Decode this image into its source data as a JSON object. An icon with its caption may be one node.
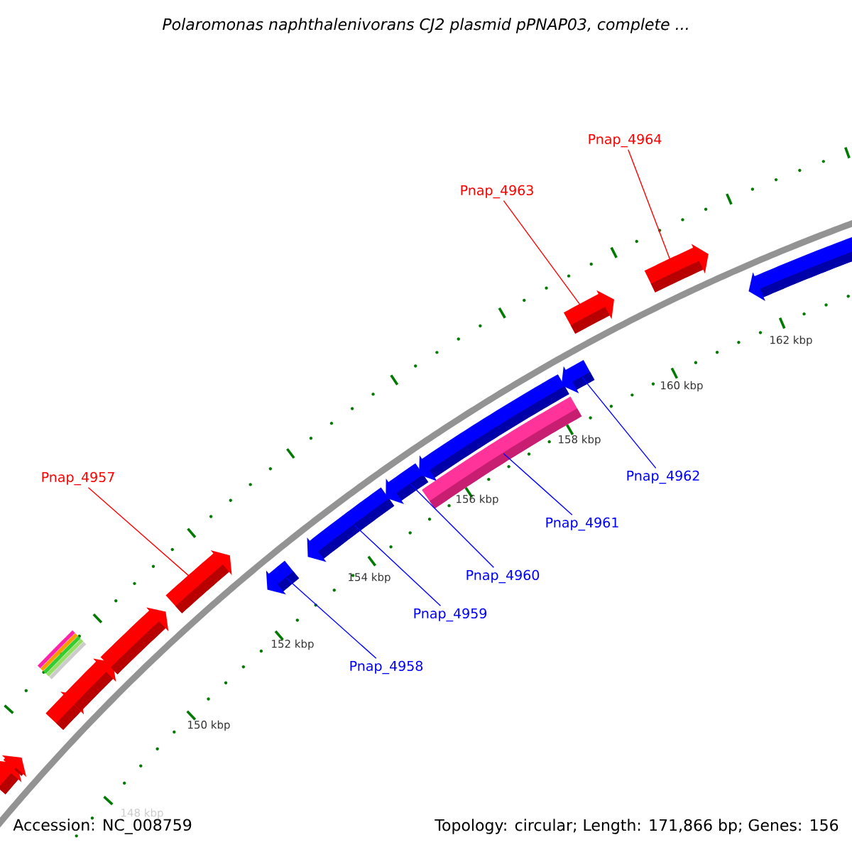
{
  "diagram": {
    "title": "Polaromonas naphthalenivorans CJ2 plasmid pPNAP03, complete ...",
    "nodes": [
      {
        "text": [
          "Pnap_4964"
        ]
      },
      {
        "text": [
          "Pnap_4963"
        ]
      },
      {
        "text": [
          "Pnap_4962"
        ]
      },
      {
        "text": [
          "Pnap_4957"
        ]
      },
      {
        "text": [
          "Pnap_4961"
        ]
      },
      {
        "text": [
          "Pnap_4960"
        ]
      },
      {
        "text": [
          "Pnap_4959"
        ]
      },
      {
        "text": [
          "Pnap_4958"
        ]
      },
      {
        "text": [],
        "shape": "arrow"
      },
      {
        "text": [],
        "shape": "arrow"
      },
      {
        "text": [],
        "shape": "arrow"
      },
      {
        "text": [],
        "shape": "arrow"
      },
      {
        "text": [],
        "shape": "arrow"
      },
      {
        "text": [],
        "shape": "arrow"
      },
      {
        "text": [],
        "shape": "arrow"
      },
      {
        "text": [],
        "shape": "arrow"
      },
      {
        "text": [],
        "shape": "arrow"
      },
      {
        "text": [],
        "shape": "arrow"
      },
      {
        "text": [],
        "shape": "box"
      },
      {
        "text": [],
        "shape": "arrow"
      },
      {
        "text": [],
        "shape": "arrow"
      },
      {
        "text": [],
        "shape": "arrow"
      },
      {
        "text": [],
        "shape": "arrow"
      }
    ],
    "edges": [
      {
        "from": 0,
        "to": 21,
        "arrow": "none",
        "color": "#ff0000"
      },
      {
        "from": 1,
        "to": 20,
        "arrow": "none",
        "color": "#ff0000"
      },
      {
        "from": 2,
        "to": 19,
        "arrow": "none"
      },
      {
        "from": 3,
        "to": 13,
        "arrow": "none",
        "color": "#ff0000"
      },
      {
        "from": 4,
        "to": 18,
        "arrow": "none"
      },
      {
        "from": 5,
        "to": 16,
        "arrow": "none"
      },
      {
        "from": 6,
        "to": 15,
        "arrow": "none"
      },
      {
        "from": 7,
        "to": 14,
        "arrow": "none"
      }
    ],
    "labels": [
      "162 kbp",
      "160 kbp",
      "158 kbp",
      "156 kbp",
      "154 kbp",
      "152 kbp",
      "150 kbp",
      "148 kbp",
      "Accession: NC_008759",
      "Topology: circular; Length: 171,866 bp; Genes: 156"
    ]
  }
}
